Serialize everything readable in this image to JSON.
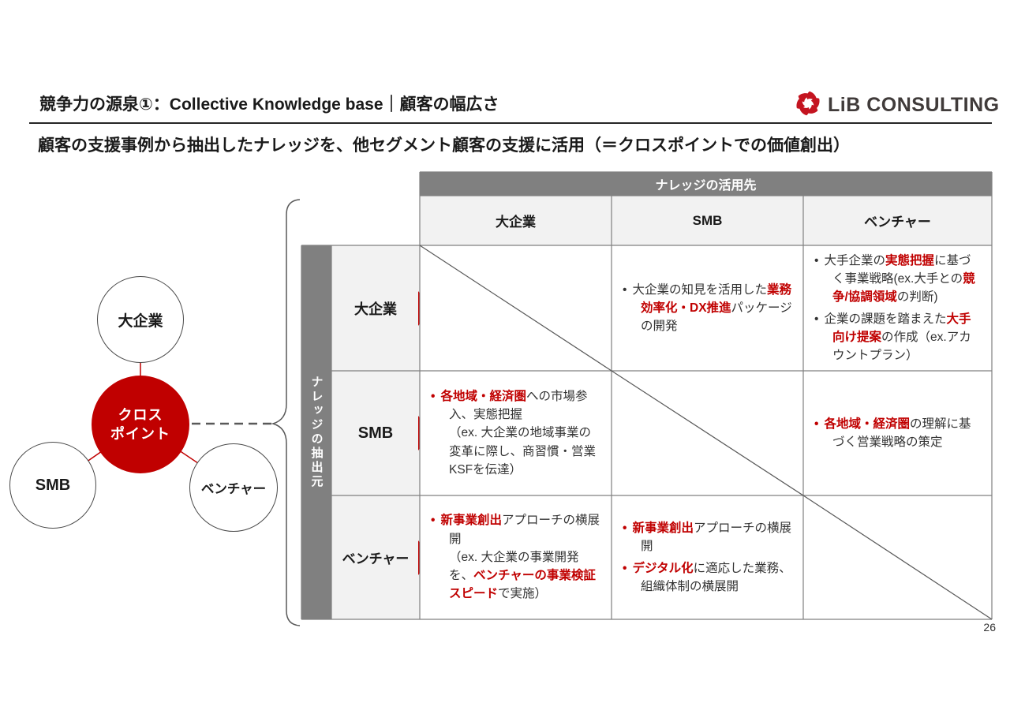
{
  "header": {
    "title": "競争力の源泉①：Collective Knowledge base｜顧客の幅広さ",
    "subtitle": "顧客の支援事例から抽出したナレッジを、他セグメント顧客の支援に活用（＝クロスポイントでの価値創出）",
    "logo_text": "LiB CONSULTING"
  },
  "colors": {
    "accent_red": "#c00000",
    "axis_gray": "#808080",
    "header_cell_gray": "#f2f2f2",
    "border_gray": "#808080",
    "line_dark": "#595959"
  },
  "diagram": {
    "nodes": [
      {
        "id": "large-enterprise",
        "label": "大企業"
      },
      {
        "id": "smb",
        "label": "SMB"
      },
      {
        "id": "venture",
        "label": "ベンチャー"
      }
    ],
    "center": {
      "line1": "クロス",
      "line2": "ポイント"
    }
  },
  "matrix": {
    "column_axis_title": "ナレッジの活用先",
    "row_axis_title": "ナレッジの抽出元",
    "columns": [
      "大企業",
      "SMB",
      "ベンチャー"
    ],
    "rows": [
      {
        "header": "大企業",
        "cells": [
          {
            "diagonal": true,
            "items": []
          },
          {
            "diagonal": false,
            "items": [
              {
                "segments": [
                  {
                    "t": "大企業の知見を活用した",
                    "red": false
                  },
                  {
                    "t": "業務効率化・DX推進",
                    "red": true
                  },
                  {
                    "t": "パッケージの開発",
                    "red": false
                  }
                ]
              }
            ]
          },
          {
            "diagonal": false,
            "items": [
              {
                "segments": [
                  {
                    "t": "大手企業の",
                    "red": false
                  },
                  {
                    "t": "実態把握",
                    "red": true
                  },
                  {
                    "t": "に基づく事業戦略(ex.大手との",
                    "red": false
                  },
                  {
                    "t": "競争/協調領域",
                    "red": true
                  },
                  {
                    "t": "の判断)",
                    "red": false
                  }
                ]
              },
              {
                "segments": [
                  {
                    "t": "企業の課題を踏まえた",
                    "red": false
                  },
                  {
                    "t": "大手向け提案",
                    "red": true
                  },
                  {
                    "t": "の作成（ex.アカウントプラン）",
                    "red": false
                  }
                ]
              }
            ]
          }
        ]
      },
      {
        "header": "SMB",
        "cells": [
          {
            "diagonal": false,
            "items": [
              {
                "segments": [
                  {
                    "t": "各地域・経済圏",
                    "red": true
                  },
                  {
                    "t": "への市場参入、実態把握",
                    "red": false,
                    "br": true
                  },
                  {
                    "t": "（ex. 大企業の地域事業の変革に際し、商習慣・営業KSFを伝達）",
                    "red": false
                  }
                ]
              }
            ]
          },
          {
            "diagonal": true,
            "items": []
          },
          {
            "diagonal": false,
            "items": [
              {
                "segments": [
                  {
                    "t": "各地域・経済圏",
                    "red": true
                  },
                  {
                    "t": "の理解に基づく営業戦略の策定",
                    "red": false
                  }
                ]
              }
            ]
          }
        ]
      },
      {
        "header": "ベンチャー",
        "cells": [
          {
            "diagonal": false,
            "items": [
              {
                "segments": [
                  {
                    "t": "新事業創出",
                    "red": true
                  },
                  {
                    "t": "アプローチの横展開",
                    "red": false,
                    "br": true
                  },
                  {
                    "t": "（ex. 大企業の事業開発を、",
                    "red": false
                  },
                  {
                    "t": "ベンチャーの事業検証スピード",
                    "red": true
                  },
                  {
                    "t": "で実施）",
                    "red": false
                  }
                ]
              }
            ]
          },
          {
            "diagonal": false,
            "items": [
              {
                "segments": [
                  {
                    "t": "新事業創出",
                    "red": true
                  },
                  {
                    "t": "アプローチの横展開",
                    "red": false
                  }
                ]
              },
              {
                "segments": [
                  {
                    "t": "デジタル化",
                    "red": true
                  },
                  {
                    "t": "に適応した業務、組織体制の横展開",
                    "red": false
                  }
                ]
              }
            ]
          },
          {
            "diagonal": true,
            "items": []
          }
        ]
      }
    ]
  },
  "page_number": "26"
}
